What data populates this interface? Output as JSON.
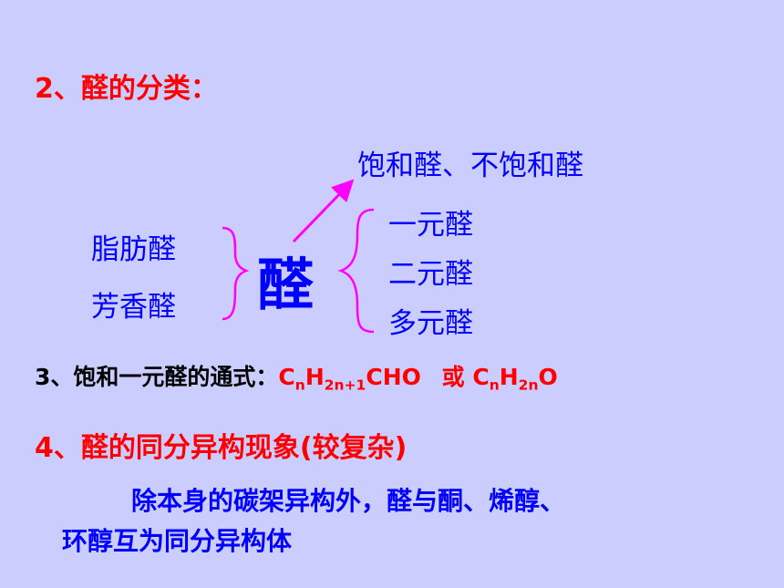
{
  "colors": {
    "background": "#cccdff",
    "red": "#ff0000",
    "blue": "#0000ff",
    "magenta": "#ff00ff"
  },
  "section2": {
    "heading": "2、醛的分类："
  },
  "classification": {
    "center": "醛",
    "left": [
      "脂肪醛",
      "芳香醛"
    ],
    "right": [
      "一元醛",
      "二元醛",
      "多元醛"
    ],
    "arrow_target": "饱和醛、不饱和醛"
  },
  "section3": {
    "label": "3、饱和一元醛的通式：",
    "formula1": {
      "c": "C",
      "n1": "n",
      "h": "H",
      "n2": "2n+1",
      "tail": "CHO"
    },
    "or": "或",
    "formula2": {
      "c": "C",
      "n1": "n",
      "h": "H",
      "n2": "2n",
      "tail": "O"
    }
  },
  "section4": {
    "heading": "4、醛的同分异构现象(较复杂)",
    "line1": "除本身的碳架异构外，醛与酮、烯醇、",
    "line2": "环醇互为同分异构体"
  }
}
